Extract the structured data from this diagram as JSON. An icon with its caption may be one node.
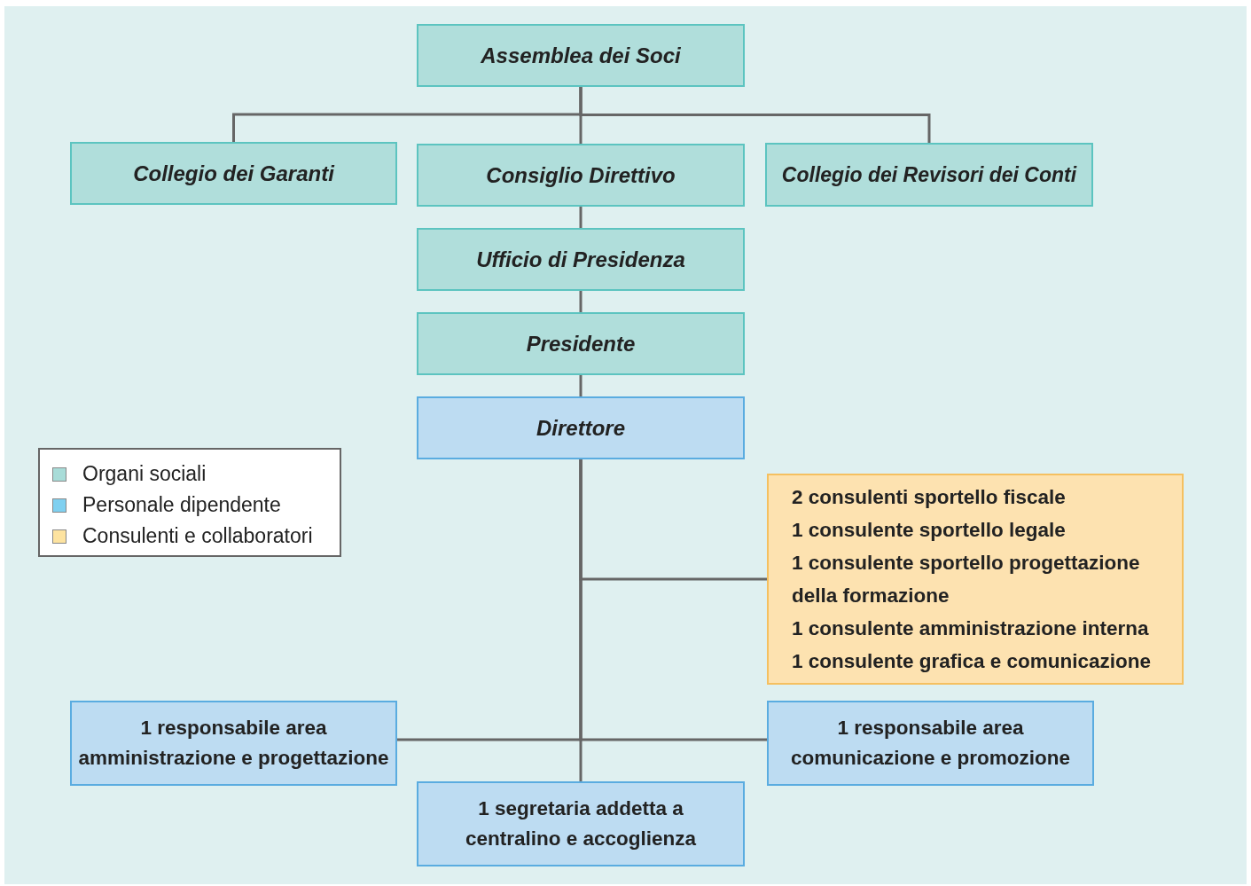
{
  "diagram": {
    "nodes": [
      {
        "text": [
          "Assemblea dei Soci"
        ]
      },
      {
        "text": [
          "Collegio dei Garanti"
        ]
      },
      {
        "text": [
          "Consiglio Direttivo"
        ]
      },
      {
        "text": [
          "Collegio dei Revisori dei Conti"
        ]
      },
      {
        "text": [
          "Ufficio di Presidenza"
        ]
      },
      {
        "text": [
          "Presidente"
        ]
      },
      {
        "text": [
          "Direttore"
        ]
      },
      {
        "text": [
          "2 consulenti sportello fiscale",
          "1 consulente sportello legale",
          "1 consulente sportello progettazione della formazione",
          "1 consulente amministrazione interna",
          "1 consulente grafica e comunicazione"
        ]
      },
      {
        "text": [
          "1 responsabile area amministrazione e progettazione"
        ]
      },
      {
        "text": [
          "1 responsabile area comunicazione e promozione"
        ]
      },
      {
        "text": [
          "1 segretaria addetta a centralino e accoglienza"
        ]
      }
    ],
    "edges": [
      {
        "from": 0,
        "to": 1,
        "arrow": "none"
      },
      {
        "from": 0,
        "to": 2,
        "arrow": "none"
      },
      {
        "from": 0,
        "to": 3,
        "arrow": "none"
      },
      {
        "from": 2,
        "to": 4,
        "arrow": "none"
      },
      {
        "from": 4,
        "to": 5,
        "arrow": "none"
      },
      {
        "from": 5,
        "to": 6,
        "arrow": "none"
      },
      {
        "from": 6,
        "to": 7,
        "arrow": "none"
      },
      {
        "from": 6,
        "to": 8,
        "arrow": "none"
      },
      {
        "from": 6,
        "to": 9,
        "arrow": "none"
      },
      {
        "from": 6,
        "to": 10,
        "arrow": "none"
      }
    ],
    "legend": [
      {
        "text": "Organi sociali",
        "color": "#a8dcd8"
      },
      {
        "text": "Personale dipendente",
        "color": "#7fd0f0"
      },
      {
        "text": "Consulenti e collaboratori",
        "color": "#fde3a0"
      }
    ]
  }
}
